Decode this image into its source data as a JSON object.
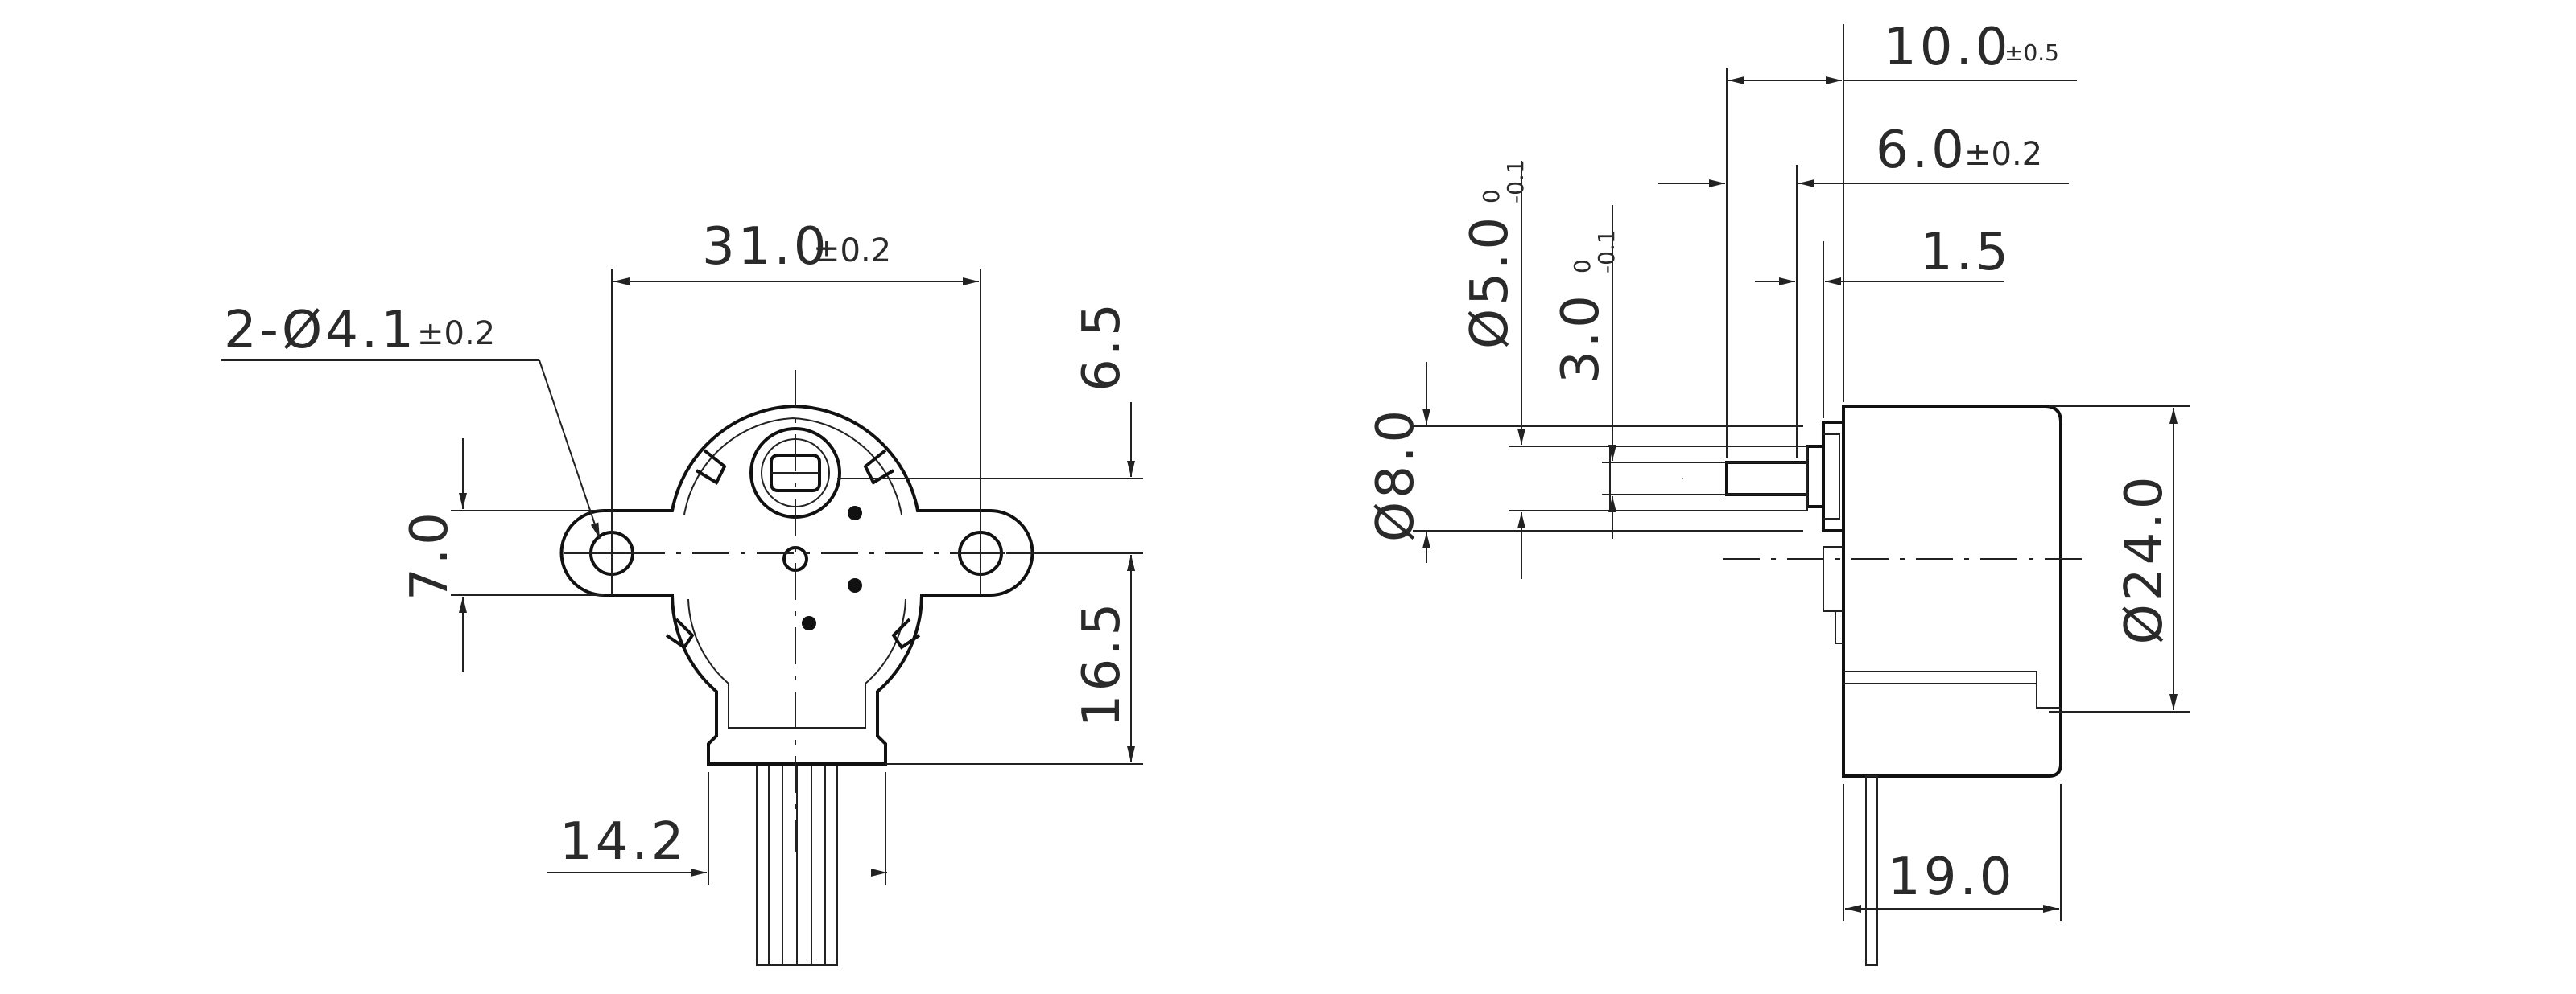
{
  "front_view": {
    "mount_hole": {
      "prefix": "2-Ø4.1",
      "tol": "±0.2"
    },
    "width_31": {
      "value": "31.0",
      "tol": "±0.2"
    },
    "height_7": "7.0",
    "top_6_5": "6.5",
    "height_16_5": "16.5",
    "width_14_2": "14.2"
  },
  "side_view": {
    "len_10": {
      "value": "10.0",
      "tol": "±0.5"
    },
    "len_6": {
      "value": "6.0",
      "tol": "±0.2"
    },
    "len_1_5": "1.5",
    "dia_5": {
      "value": "Ø5.0",
      "tol_top": "0",
      "tol_bot": "-0.1"
    },
    "dia_3": {
      "value": "3.0",
      "tol_top": "0",
      "tol_bot": "-0.1"
    },
    "dia_8": "Ø8.0",
    "dia_24": "Ø24.0",
    "len_19": "19.0"
  }
}
